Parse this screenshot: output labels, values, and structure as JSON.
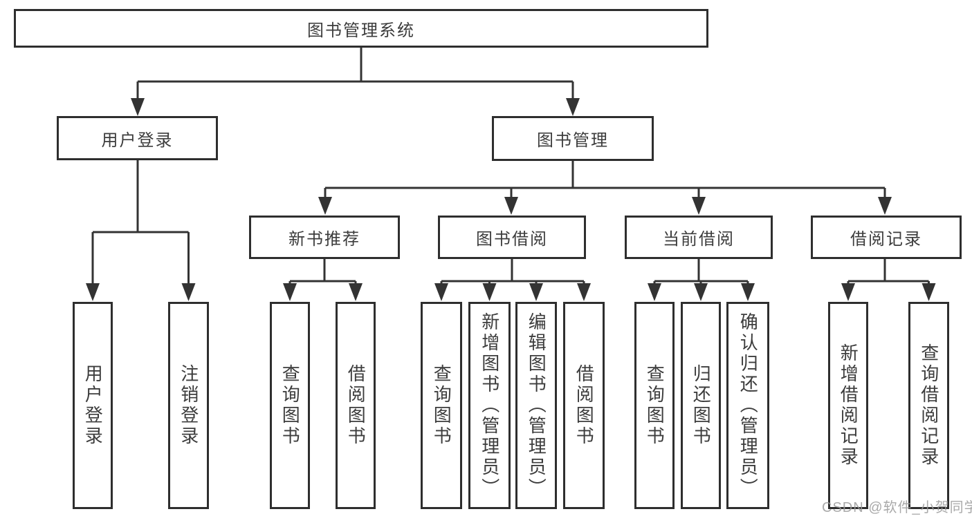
{
  "diagram": {
    "title": "图书管理系统",
    "level2": {
      "user_login": "用户登录",
      "book_management": "图书管理"
    },
    "level3": {
      "new_book_recommend": "新书推荐",
      "book_borrow": "图书借阅",
      "current_borrow": "当前借阅",
      "borrow_records": "借阅记录"
    },
    "leaves": {
      "user_login": "用户登录",
      "logout": "注销登录",
      "rec_query_books": "查询图书",
      "rec_borrow_books": "借阅图书",
      "borrow_query_books": "查询图书",
      "borrow_add_books": "新增图书（管理员）",
      "borrow_edit_books": "编辑图书（管理员）",
      "borrow_borrow_books": "借阅图书",
      "current_query_books": "查询图书",
      "current_return_books": "归还图书",
      "current_confirm_return": "确认归还（管理员）",
      "records_add_record": "新增借阅记录",
      "records_query_record": "查询借阅记录"
    },
    "colors": {
      "line": "#333333",
      "text": "#3c3c3c",
      "background": "#ffffff",
      "watermark": "#9b9b9b"
    }
  },
  "watermark": "CSDN @软件_小贺同学"
}
